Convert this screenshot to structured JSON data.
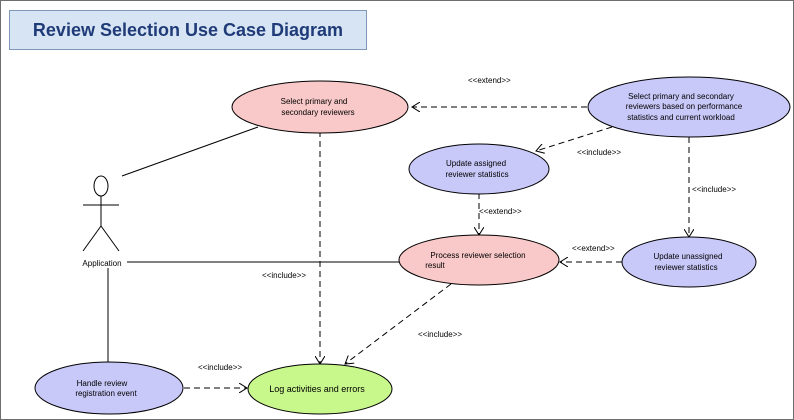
{
  "title": "Review Selection Use Case Diagram",
  "actor": {
    "name": "Application"
  },
  "use_cases": {
    "select_reviewers": {
      "line1": "Select primary and",
      "line2": "secondary reviewers"
    },
    "select_by_performance": {
      "line1": "Select primary and secondary",
      "line2": "reviewers based on performance",
      "line3": "statistics and current workload"
    },
    "update_assigned": {
      "line1": "Update assigned",
      "line2": "reviewer statistics"
    },
    "process_result": {
      "line1": "Process reviewer selection",
      "line2": "result"
    },
    "update_unassigned": {
      "line1": "Update unassigned",
      "line2": "reviewer statistics"
    },
    "handle_event": {
      "line1": "Handle review",
      "line2": "registration event"
    },
    "log_activities": {
      "line1": "Log activities and errors"
    }
  },
  "relations": {
    "extend_top": "<<extend>>",
    "include_right_top": "<<include>>",
    "include_right_mid": "<<include>>",
    "extend_mid": "<<extend>>",
    "extend_right": "<<extend>>",
    "include_center": "<<include>>",
    "include_lower_right": "<<include>>",
    "include_bottom": "<<include>>"
  },
  "colors": {
    "pink": "#f9c8c8",
    "blue": "#c8c8f9",
    "green": "#c8f78c",
    "title_bg": "#d7e4f3",
    "title_text": "#1f3b78"
  }
}
